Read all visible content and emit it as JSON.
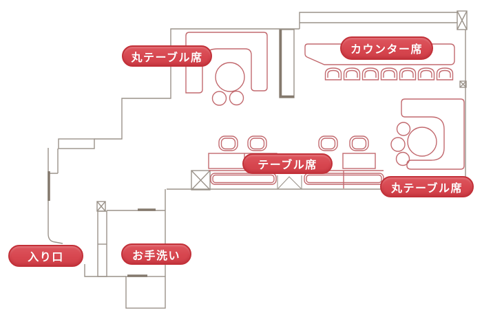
{
  "floor_plan": {
    "labels": {
      "round_table_top": "丸テーブル席",
      "counter": "カウンター席",
      "table": "テーブル席",
      "round_table_right": "丸テーブル席",
      "entrance": "入り口",
      "restroom": "お手洗い"
    },
    "colors": {
      "label_fill": "#d7464f",
      "label_border": "#c23038",
      "label_text": "#ffffff",
      "wall_line": "#9a9289",
      "wall_thick": "#84796d",
      "furniture_line": "#c2696e"
    }
  }
}
